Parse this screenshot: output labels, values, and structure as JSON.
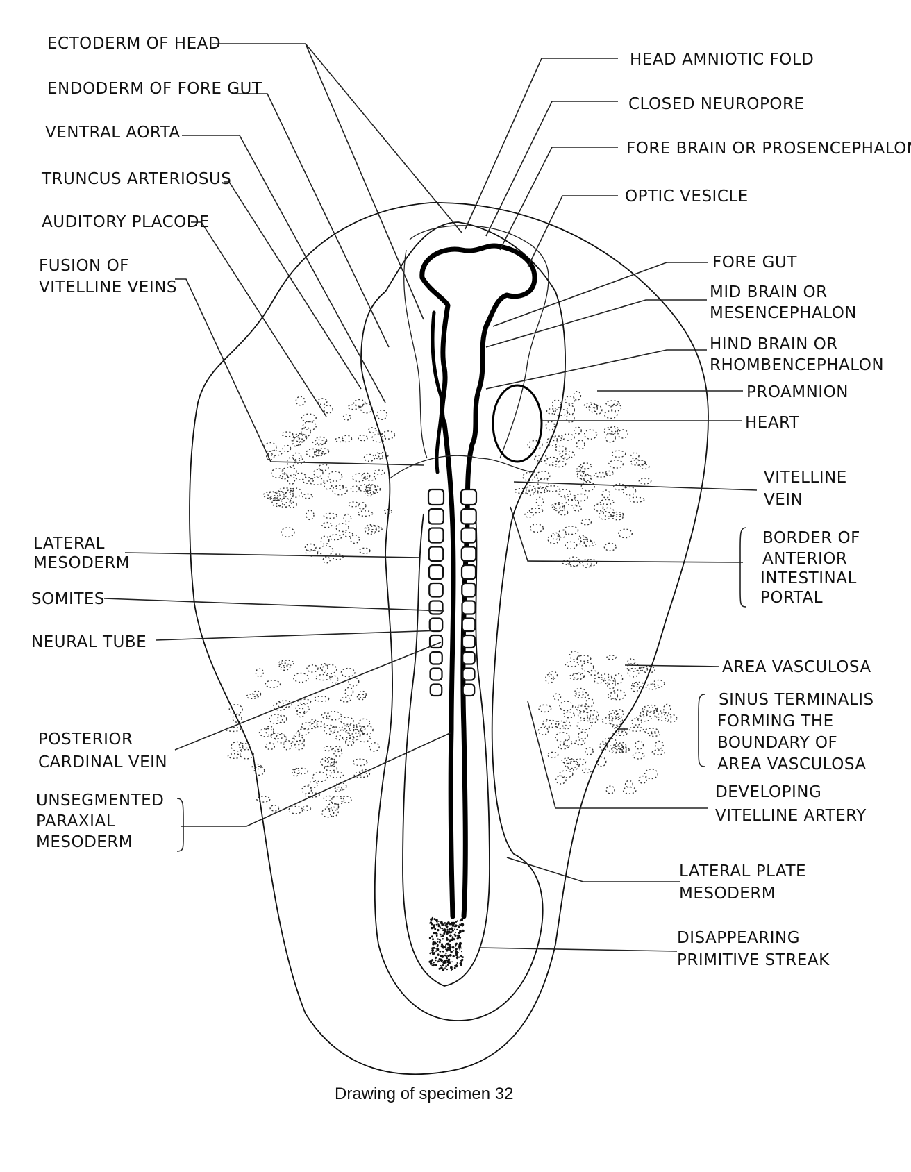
{
  "labels": {
    "ectoderm_of_head": "ECTODERM OF HEAD",
    "endoderm_of_fore_gut": "ENDODERM OF FORE GUT",
    "ventral_aorta": "VENTRAL AORTA",
    "truncus_arteriosus": "TRUNCUS ARTERIOSUS",
    "auditory_placode": "AUDITORY PLACODE",
    "fusion_of_vitelline_veins": [
      "FUSION OF",
      "VITELLINE VEINS"
    ],
    "head_amniotic_fold": "HEAD AMNIOTIC FOLD",
    "closed_neuropore": "CLOSED NEUROPORE",
    "fore_brain": "FORE BRAIN OR PROSENCEPHALON",
    "optic_vesicle": "OPTIC VESICLE",
    "fore_gut": "FORE GUT",
    "mid_brain": [
      "MID BRAIN OR",
      "MESENCEPHALON"
    ],
    "hind_brain": [
      "HIND BRAIN OR",
      "RHOMBENCEPHALON"
    ],
    "proamnion": "PROAMNION",
    "heart": "HEART",
    "vitelline_vein": [
      "VITELLINE",
      "VEIN"
    ],
    "lateral_mesoderm": [
      "LATERAL",
      "MESODERM"
    ],
    "somites": "SOMITES",
    "neural_tube": "NEURAL TUBE",
    "border_of_anterior_intestinal_portal": [
      "BORDER OF",
      "ANTERIOR",
      "INTESTINAL",
      "PORTAL"
    ],
    "area_vasculosa": "AREA VASCULOSA",
    "sinus_terminalis": [
      "SINUS TERMINALIS",
      "FORMING THE",
      "BOUNDARY OF",
      "AREA VASCULOSA"
    ],
    "posterior_cardinal_vein": [
      "POSTERIOR",
      "CARDINAL VEIN"
    ],
    "unsegmented_paraxial_mesoderm": [
      "UNSEGMENTED",
      "PARAXIAL",
      "MESODERM"
    ],
    "developing_vitelline_artery": [
      "DEVELOPING",
      "VITELLINE ARTERY"
    ],
    "lateral_plate_mesoderm": [
      "LATERAL PLATE",
      "MESODERM"
    ],
    "disappearing_primitive_streak": [
      "DISAPPEARING",
      "PRIMITIVE STREAK"
    ]
  },
  "caption": "Drawing of specimen 32"
}
